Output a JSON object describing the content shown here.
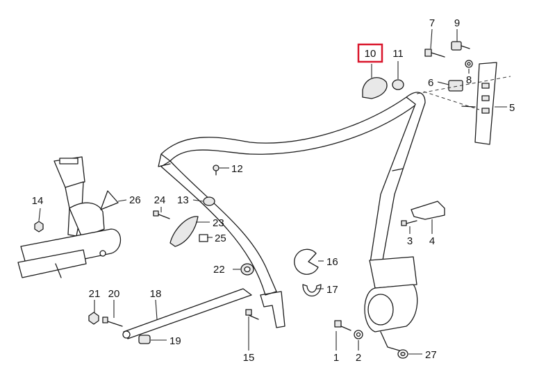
{
  "diagram": {
    "highlight_color": "#d9152b",
    "highlighted_part": "10",
    "parts": [
      {
        "id": "p1",
        "label": "1"
      },
      {
        "id": "p2",
        "label": "2"
      },
      {
        "id": "p3",
        "label": "3"
      },
      {
        "id": "p4",
        "label": "4"
      },
      {
        "id": "p5",
        "label": "5"
      },
      {
        "id": "p6",
        "label": "6"
      },
      {
        "id": "p7",
        "label": "7"
      },
      {
        "id": "p8",
        "label": "8"
      },
      {
        "id": "p9",
        "label": "9"
      },
      {
        "id": "p10",
        "label": "10"
      },
      {
        "id": "p11",
        "label": "11"
      },
      {
        "id": "p12",
        "label": "12"
      },
      {
        "id": "p13",
        "label": "13"
      },
      {
        "id": "p14",
        "label": "14"
      },
      {
        "id": "p15",
        "label": "15"
      },
      {
        "id": "p16",
        "label": "16"
      },
      {
        "id": "p17",
        "label": "17"
      },
      {
        "id": "p18",
        "label": "18"
      },
      {
        "id": "p19",
        "label": "19"
      },
      {
        "id": "p20",
        "label": "20"
      },
      {
        "id": "p21",
        "label": "21"
      },
      {
        "id": "p22",
        "label": "22"
      },
      {
        "id": "p23",
        "label": "23"
      },
      {
        "id": "p24",
        "label": "24"
      },
      {
        "id": "p25",
        "label": "25"
      },
      {
        "id": "p26",
        "label": "26"
      },
      {
        "id": "p27",
        "label": "27"
      }
    ]
  }
}
